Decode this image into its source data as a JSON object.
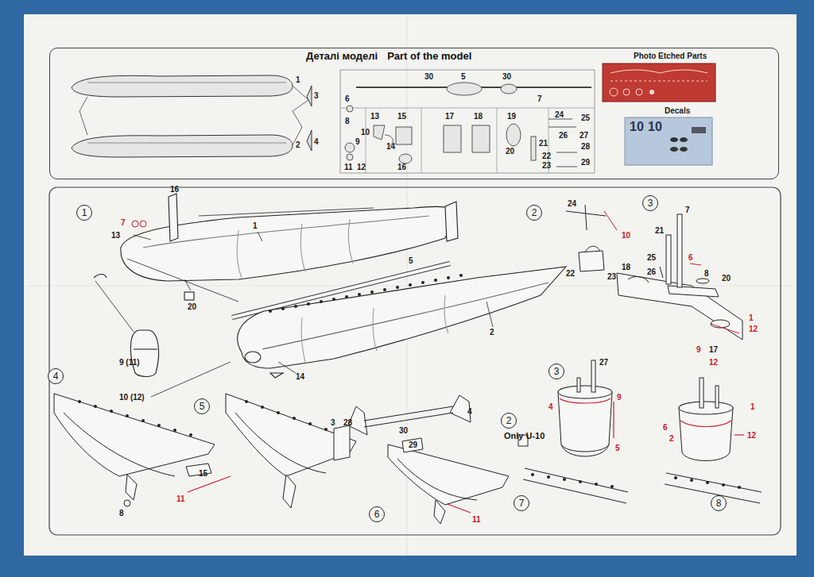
{
  "diagram": {
    "nodes": [
      {
        "text": [
          "Деталі моделі",
          "Part of the model"
        ]
      },
      {
        "text": [
          "1"
        ]
      },
      {
        "text": [
          "2"
        ]
      },
      {
        "text": [
          "3"
        ]
      },
      {
        "text": [
          "4"
        ]
      },
      {
        "text": [
          "3"
        ]
      },
      {
        "text": [
          "5"
        ]
      },
      {
        "text": [
          "2"
        ]
      },
      {
        "text": [
          "6"
        ]
      },
      {
        "text": [
          "7"
        ]
      },
      {
        "text": [
          "8"
        ]
      }
    ],
    "labels": [
      "Photo Etched Parts",
      "Decals",
      "1",
      "2",
      "3",
      "4",
      "30",
      "5",
      "30",
      "6",
      "7",
      "8",
      "13",
      "15",
      "17",
      "18",
      "19",
      "24",
      "25",
      "9",
      "10",
      "14",
      "20",
      "21",
      "26",
      "27",
      "28",
      "22",
      "23",
      "29",
      "11",
      "12",
      "16",
      "10",
      "10",
      "16",
      "1",
      "7",
      "13",
      "20",
      "9 (11)",
      "10 (12)",
      "5",
      "2",
      "14",
      "3",
      "4",
      "30",
      "24",
      "10",
      "22",
      "23",
      "7",
      "21",
      "25",
      "26",
      "6",
      "8",
      "18",
      "20",
      "1",
      "12",
      "9",
      "17",
      "12",
      "8",
      "15",
      "28",
      "11",
      "29",
      "11",
      "27",
      "4",
      "9",
      "5",
      "Only U-10",
      "1",
      "6",
      "2",
      "12"
    ]
  }
}
